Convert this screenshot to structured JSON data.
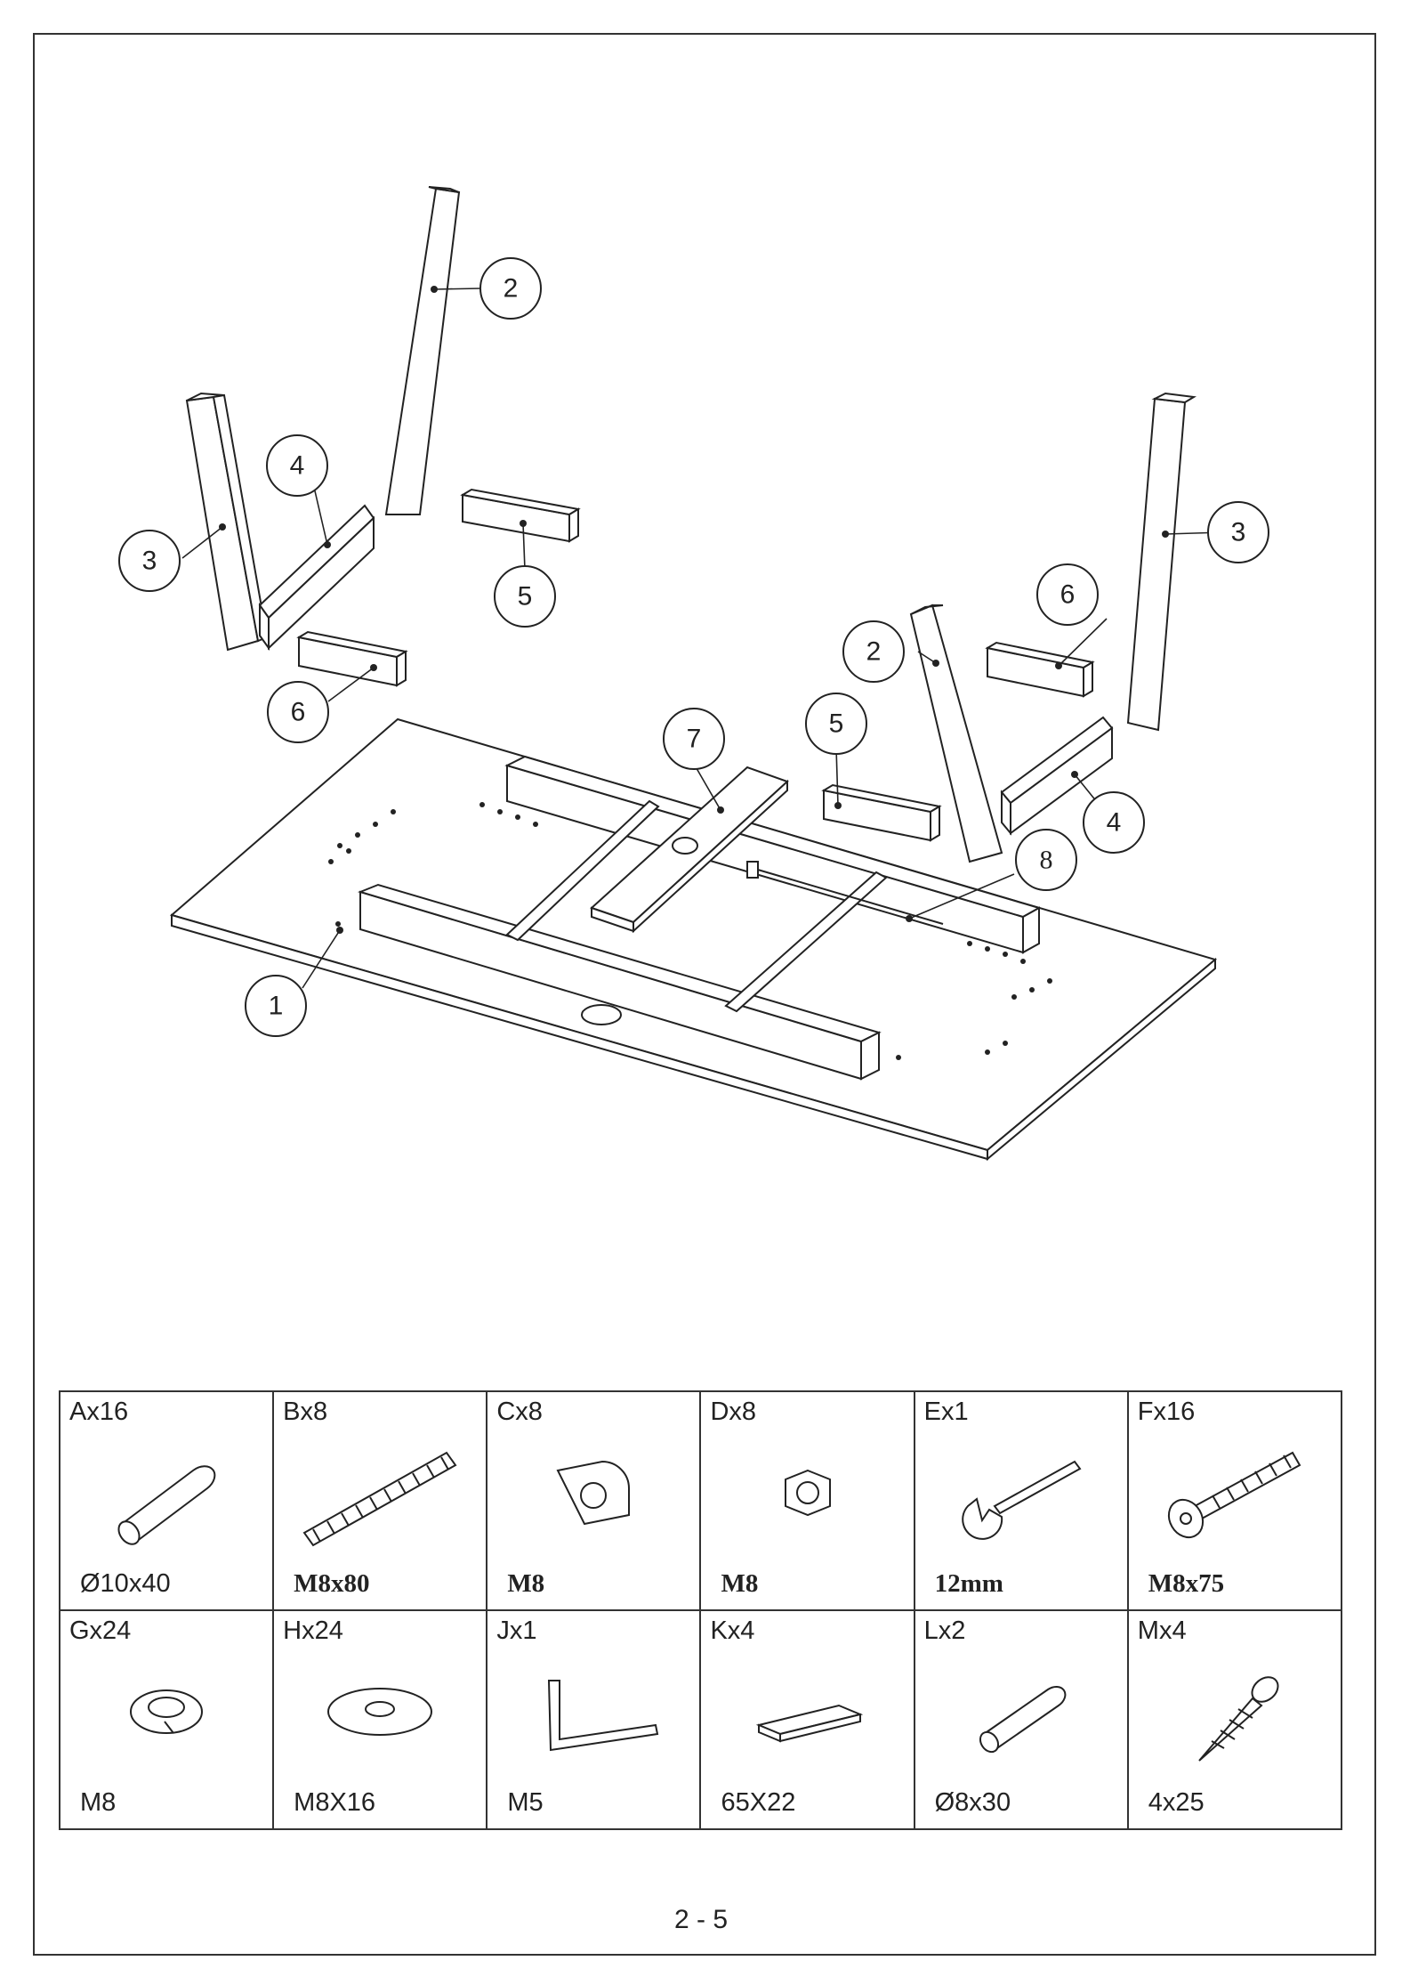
{
  "diagram": {
    "callouts": [
      {
        "id": "c1",
        "label": "1"
      },
      {
        "id": "c2a",
        "label": "2"
      },
      {
        "id": "c2b",
        "label": "2"
      },
      {
        "id": "c3a",
        "label": "3"
      },
      {
        "id": "c3b",
        "label": "3"
      },
      {
        "id": "c4a",
        "label": "4"
      },
      {
        "id": "c4b",
        "label": "4"
      },
      {
        "id": "c5a",
        "label": "5"
      },
      {
        "id": "c5b",
        "label": "5"
      },
      {
        "id": "c6a",
        "label": "6"
      },
      {
        "id": "c6b",
        "label": "6"
      },
      {
        "id": "c7",
        "label": "7"
      },
      {
        "id": "c8",
        "label": "8"
      }
    ]
  },
  "parts": [
    {
      "code": "Ax16",
      "spec": "Ø10x40",
      "icon": "dowel-icon"
    },
    {
      "code": "Bx8",
      "spec": "M8x80",
      "icon": "threaded-rod-icon"
    },
    {
      "code": "Cx8",
      "spec": "M8",
      "icon": "barrel-nut-icon"
    },
    {
      "code": "Dx8",
      "spec": "M8",
      "icon": "hex-nut-icon"
    },
    {
      "code": "Ex1",
      "spec": "12mm",
      "icon": "wrench-icon"
    },
    {
      "code": "Fx16",
      "spec": "M8x75",
      "icon": "bolt-icon"
    },
    {
      "code": "Gx24",
      "spec": "M8",
      "icon": "spring-washer-icon"
    },
    {
      "code": "Hx24",
      "spec": "M8X16",
      "icon": "flat-washer-icon"
    },
    {
      "code": "Jx1",
      "spec": "M5",
      "icon": "allen-key-icon"
    },
    {
      "code": "Kx4",
      "spec": "65X22",
      "icon": "shim-icon"
    },
    {
      "code": "Lx2",
      "spec": "Ø8x30",
      "icon": "dowel-icon"
    },
    {
      "code": "Mx4",
      "spec": "4x25",
      "icon": "wood-screw-icon"
    }
  ],
  "page_number": "2 - 5"
}
